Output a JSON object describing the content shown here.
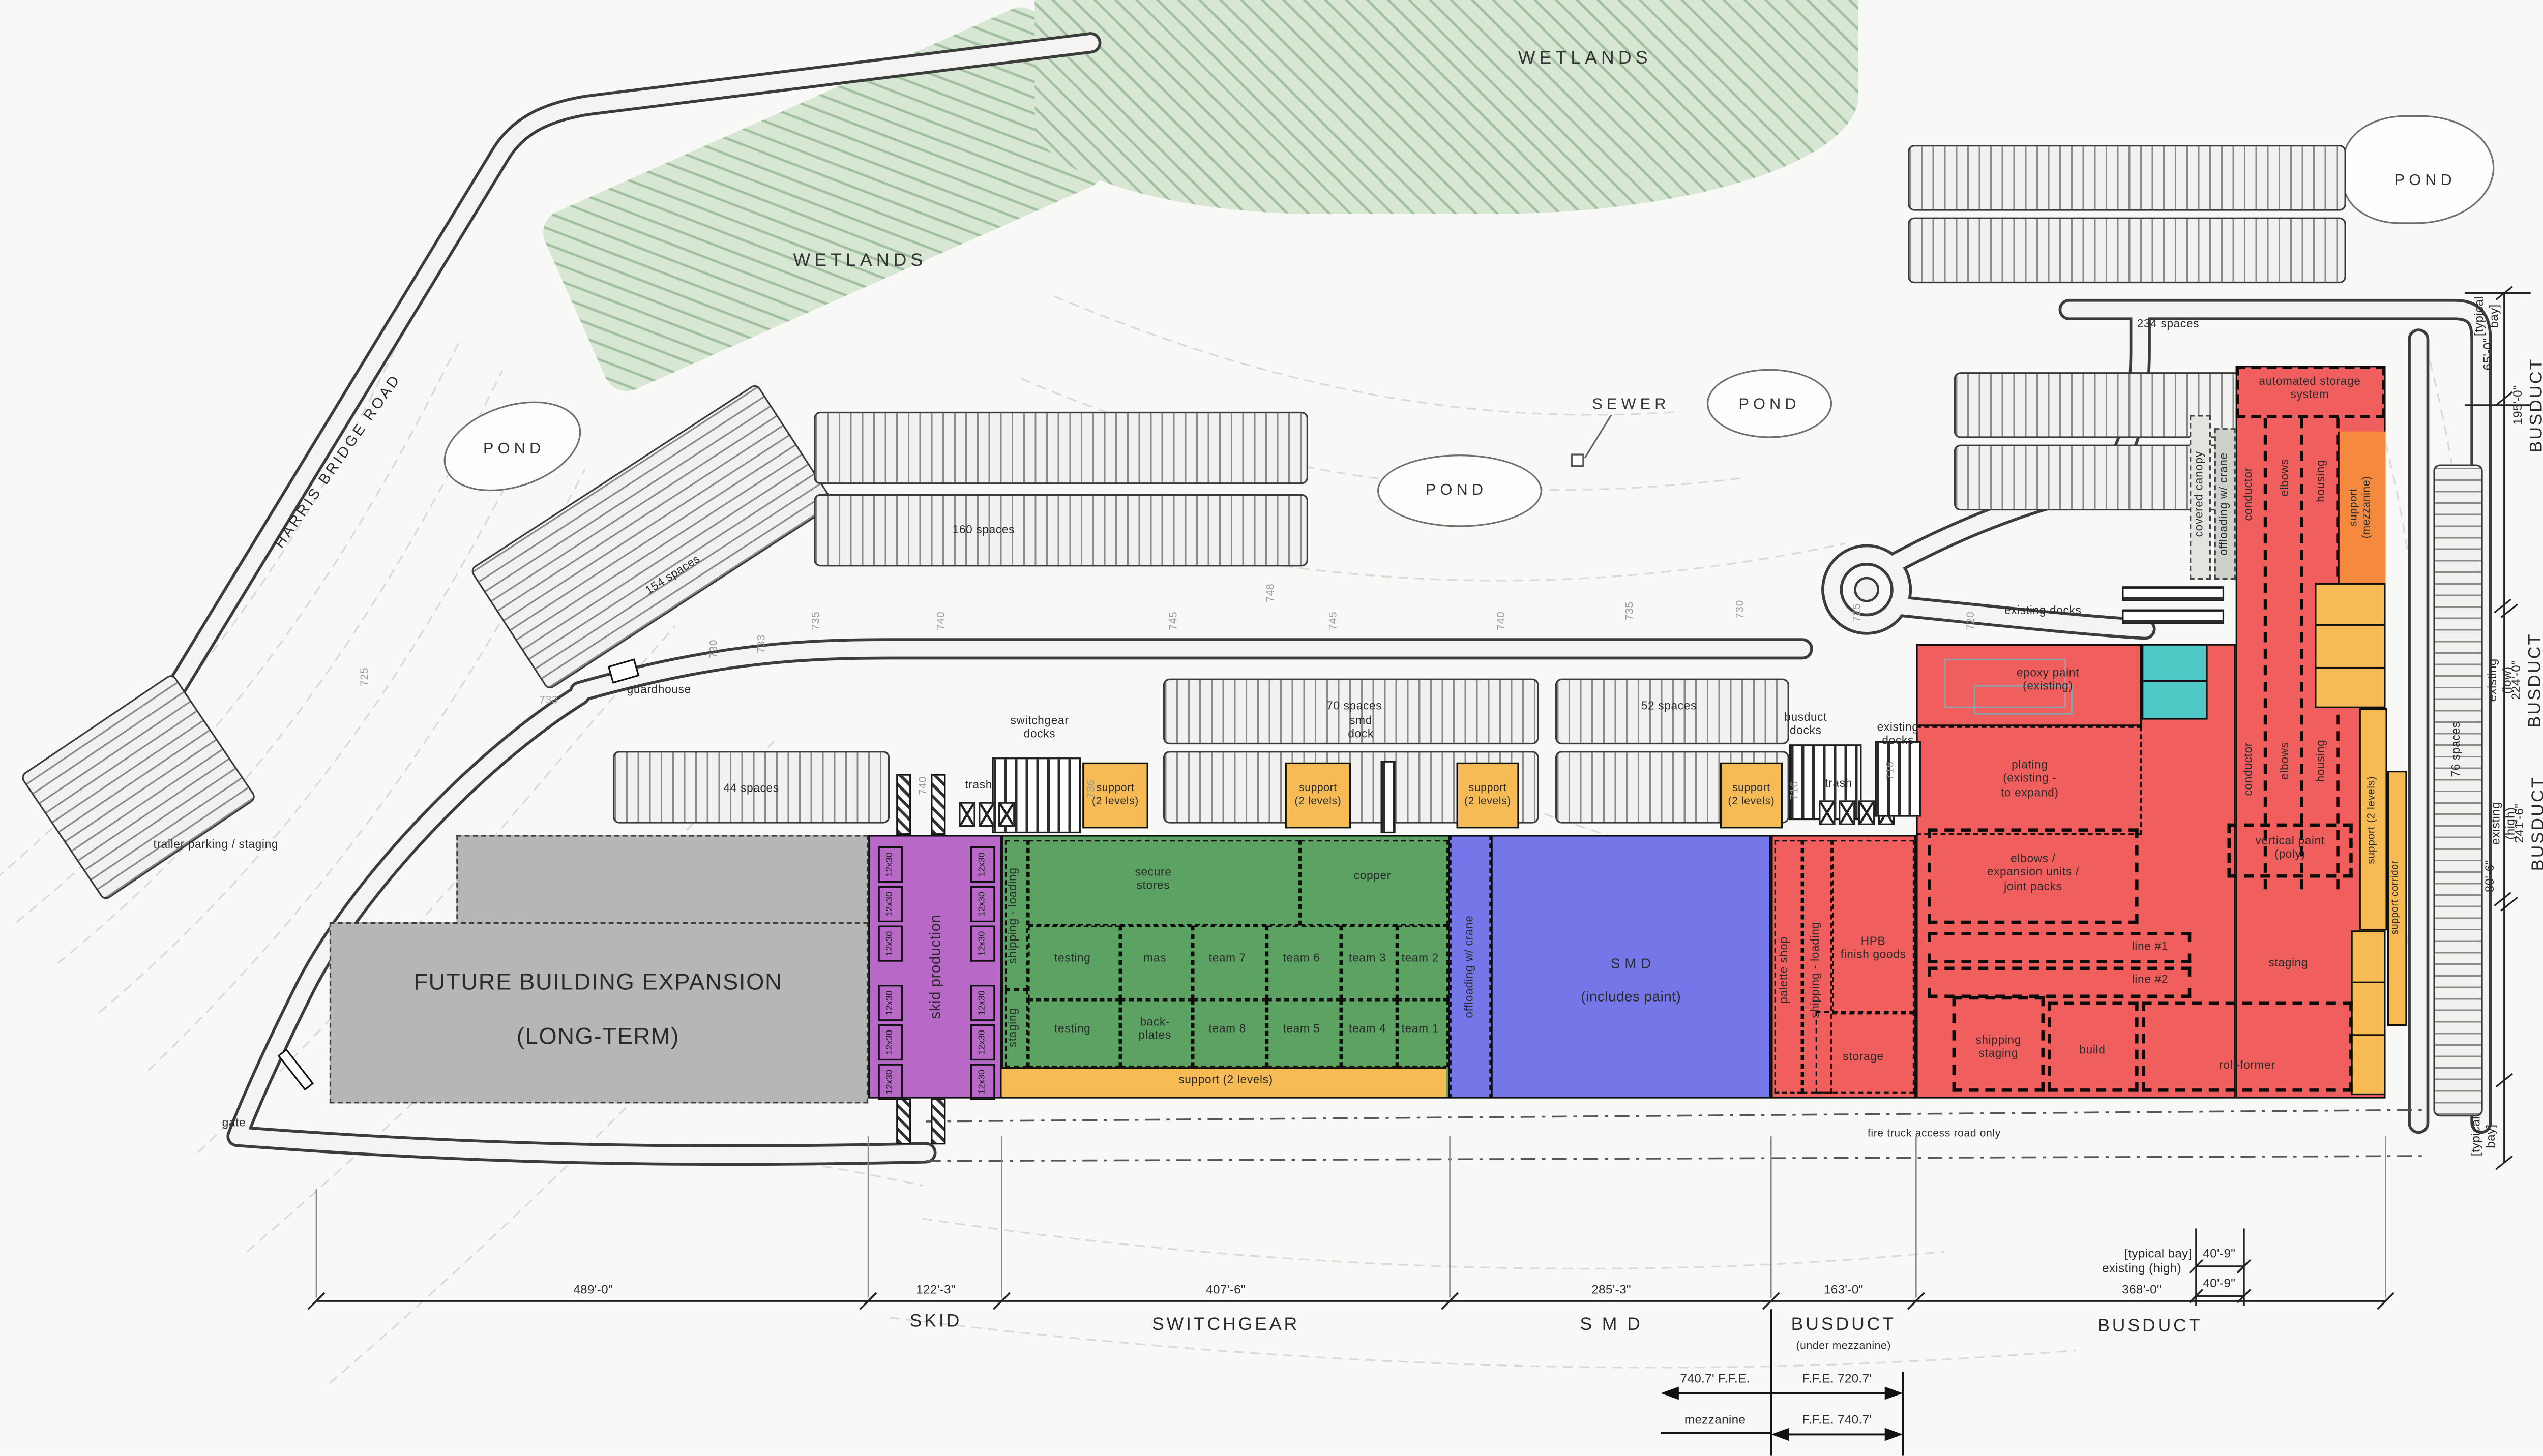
{
  "colors": {
    "red": "#f15e5e",
    "orange": "#f58a3f",
    "yellow": "#f6bb54",
    "green": "#5ba263",
    "blue": "#7576e8",
    "purple": "#b869c8",
    "teal": "#4fc9c6",
    "gray_building": "#b6b6b6",
    "wetland": "#d8e7d4",
    "background": "#f8f8f6"
  },
  "site": {
    "harris_bridge_road": "HARRIS BRIDGE ROAD",
    "wetlands_top": "WETLANDS",
    "wetlands_left": "WETLANDS",
    "pond_left": "POND",
    "pond_mid": "POND",
    "pond_mid_right": "POND",
    "pond_right": "POND",
    "sewer": "SEWER",
    "guardhouse": "guardhouse",
    "trailer_parking": "trailer parking / staging",
    "gate": "gate",
    "fire_truck_road": "fire truck access road only",
    "future_1": "FUTURE BUILDING EXPANSION",
    "future_2": "(LONG-TERM)"
  },
  "parking": {
    "p154": "154 spaces",
    "p160": "160 spaces",
    "p44": "44 spaces",
    "p70": "70 spaces",
    "p52": "52 spaces",
    "p234": "234 spaces",
    "p76": "76 spaces"
  },
  "docks": {
    "switchgear_docks": "switchgear\ndocks",
    "smd_dock": "smd\ndock",
    "busduct_docks": "busduct\ndocks",
    "existing_docks": "existing\ndocks",
    "existing_docks_top": "existing docks",
    "trash": "trash",
    "covered_canopy": "covered canopy",
    "offloading_crane": "offloading w/ crane",
    "support_box": "support\n(2 levels)"
  },
  "skid": {
    "room": "skid production",
    "unit": "12x30"
  },
  "switchgear": {
    "shipping_loading": "shipping - loading",
    "staging": "staging",
    "secure_stores": "secure\nstores",
    "copper": "copper",
    "testing": "testing",
    "mas": "mas",
    "team7": "team 7",
    "team6": "team 6",
    "team3": "team 3",
    "team2": "team 2",
    "backplates": "back-\nplates",
    "team8": "team 8",
    "team5": "team 5",
    "team4": "team 4",
    "team1": "team 1",
    "support": "support (2 levels)"
  },
  "smd": {
    "name": "S M D",
    "sub": "(includes paint)",
    "offloading": "offloading w/ crane"
  },
  "busduct": {
    "palette_shop": "palette shop",
    "shipping_loading": "shipping - loading",
    "hpb": "HPB\nfinish goods",
    "storage": "storage",
    "shipping_staging": "shipping\nstaging",
    "build": "build",
    "roll_former": "roll-former",
    "staging": "staging",
    "line1": "line #1",
    "line2": "line #2",
    "elbows_expansion": "elbows /\nexpansion units /\njoint packs",
    "vertical_paint": "vertical paint\n(poly)",
    "epoxy": "epoxy paint\n(existing)",
    "plating": "plating\n(existing -\nto expand)",
    "conductor": "conductor",
    "elbows": "elbows",
    "housing": "housing",
    "support_mezzanine": "support\n(mezzanine)",
    "automated_storage": "automated storage\nsystem",
    "support_2levels": "support (2 levels)",
    "support_corridor": "support corridor"
  },
  "dimensions": {
    "d489": "489'-0\"",
    "d122": "122'-3\"",
    "skid": "SKID",
    "d407": "407'-6\"",
    "switchgear": "SWITCHGEAR",
    "d285": "285'-3\"",
    "smd": "S M D",
    "d163": "163'-0\"",
    "busduct_a": "BUSDUCT",
    "under_mezzanine": "(under mezzanine)",
    "existing_high": "existing (high)",
    "d368": "368'-0\"",
    "busduct_b": "BUSDUCT",
    "typical_bay": "[typical bay]",
    "d409_top": "40'-9\"",
    "d409_bottom": "40'-9\""
  },
  "ffe": {
    "left": "740.7'   F.F.E.",
    "right": "F.F.E.   720.7'",
    "mezzanine": "mezzanine",
    "bottom": "F.F.E.   740.7'"
  },
  "right_dims": {
    "typical_bay_top": "[typical bay]",
    "d65": "65'-0\"",
    "d195": "195'-0\"",
    "busduct_top": "BUSDUCT",
    "existing_low": "existing (low)",
    "d224": "224'-0\"",
    "busduct_mid": "BUSDUCT",
    "existing_high": "existing (high)",
    "d241": "241'-6\"",
    "busduct_bottom": "BUSDUCT",
    "d80": "80'-6\"",
    "typical_bay_bottom": "[typical bay]"
  },
  "contours": {
    "road": [
      "733",
      "735",
      "740",
      "745",
      "748",
      "745",
      "740",
      "735",
      "730",
      "725",
      "720"
    ],
    "misc": [
      "725",
      "730",
      "733",
      "740",
      "736",
      "716",
      "716"
    ]
  }
}
